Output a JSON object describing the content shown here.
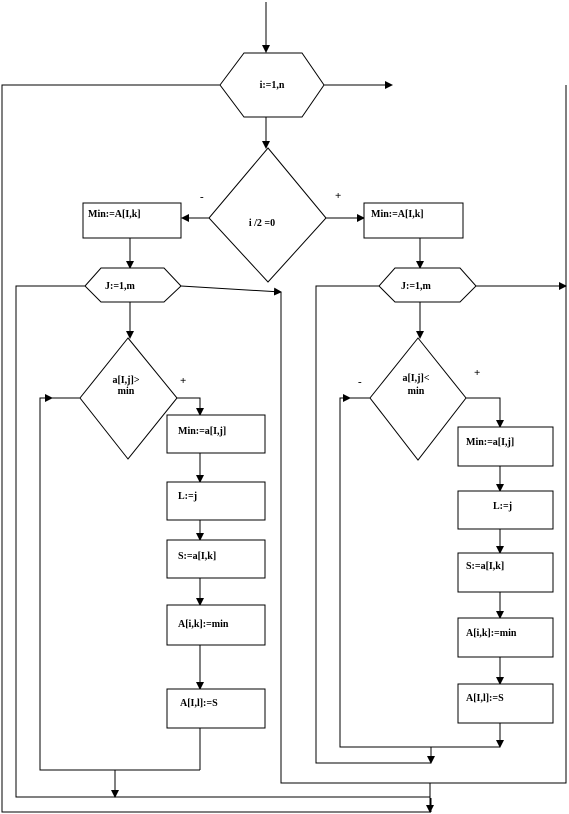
{
  "flowchart": {
    "loop_i": "i:=1,n",
    "cond_even": "i /2 =0",
    "sign_left_branch": "-",
    "sign_right_branch": "+",
    "left": {
      "init_min": "Min:=A[I,k]",
      "loop_j": "J:=1,m",
      "cond_line1": "a[I,j]>",
      "cond_line2": "min",
      "cond_yes": "+",
      "set_min": "Min:=a[I,j]",
      "set_l": "L:=j",
      "set_s": "S:=a[I,k]",
      "set_aik": "A[i,k]:=min",
      "set_ail": "A[I,l]:=S"
    },
    "right": {
      "init_min": "Min:=A[I,k]",
      "loop_j": "J:=1,m",
      "cond_line1": "a[I,j]<",
      "cond_line2": "min",
      "cond_no": "-",
      "cond_yes": "+",
      "set_min": "Min:=a[I,j]",
      "set_l": "L:=j",
      "set_s": "S:=a[I,k]",
      "set_aik": "A[i,k]:=min",
      "set_ail": "A[I,l]:=S"
    }
  }
}
